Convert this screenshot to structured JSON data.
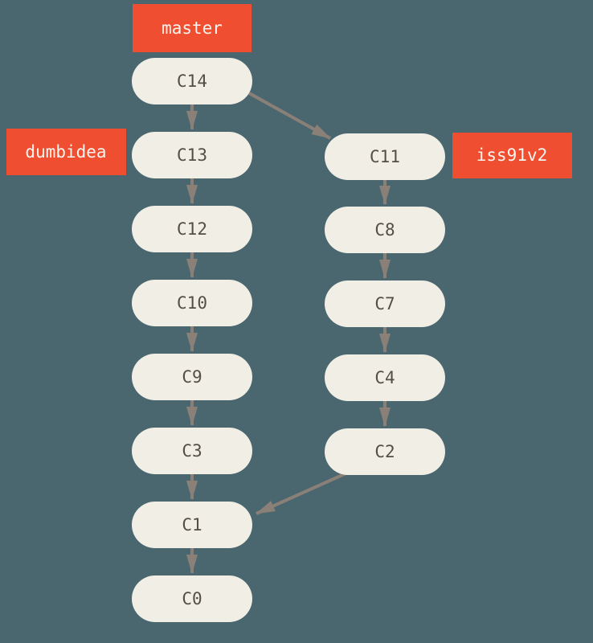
{
  "diagram": {
    "type": "git-commit-graph",
    "branch_labels": {
      "master": "master",
      "dumbidea": "dumbidea",
      "iss91v2": "iss91v2"
    },
    "commits_left": [
      "C14",
      "C13",
      "C12",
      "C10",
      "C9",
      "C3",
      "C1",
      "C0"
    ],
    "commits_right": [
      "C11",
      "C8",
      "C7",
      "C4",
      "C2"
    ],
    "edges": [
      "C14->C13",
      "C14->C11",
      "C13->C12",
      "C12->C10",
      "C10->C9",
      "C9->C3",
      "C3->C1",
      "C1->C0",
      "C11->C8",
      "C8->C7",
      "C7->C4",
      "C4->C2",
      "C2->C1"
    ],
    "colors": {
      "background": "#4a6770",
      "commit_fill": "#f0eee5",
      "commit_text": "#544e46",
      "branch_fill": "#f04e31",
      "branch_text": "#f7f5ef",
      "arrow": "#8a8077"
    }
  }
}
